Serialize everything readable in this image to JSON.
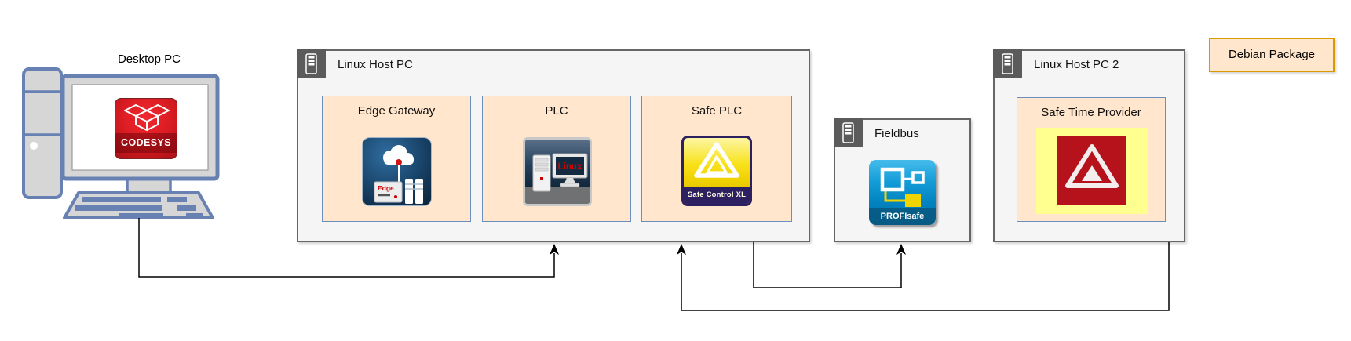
{
  "nodes": {
    "desktop_pc": {
      "label": "Desktop PC",
      "icon": "codesys-logo-icon",
      "icon_text": "CODESYS"
    },
    "linux_host_pc": {
      "label": "Linux Host PC",
      "icon": "server-icon",
      "boxes": [
        {
          "label": "Edge Gateway",
          "icon": "edge-gateway-cloud-icon",
          "icon_text": "Edge"
        },
        {
          "label": "PLC",
          "icon": "linux-plc-icon",
          "icon_text": "Linux"
        },
        {
          "label": "Safe PLC",
          "icon": "safety-warning-triangle-icon",
          "icon_text": "Safe Control XL"
        }
      ]
    },
    "fieldbus": {
      "label": "Fieldbus",
      "icon": "server-icon",
      "profisafe": {
        "icon": "profisafe-network-icon",
        "icon_text": "PROFIsafe"
      }
    },
    "linux_host_pc_2": {
      "label": "Linux Host PC 2",
      "icon": "server-icon",
      "boxes": [
        {
          "label": "Safe Time Provider",
          "icon": "red-warning-triangle-icon"
        }
      ]
    },
    "legend": {
      "label": "Debian Package"
    }
  },
  "connectors": [
    {
      "name": "desktop-pc-to-linux-host-pc",
      "from": "Desktop PC",
      "to": "Linux Host PC"
    },
    {
      "name": "linux-host-pc-2-to-safe-plc",
      "from": "Linux Host PC 2",
      "to": "Linux Host PC (Safe PLC)"
    },
    {
      "name": "linux-host-pc-to-fieldbus",
      "from": "Linux Host PC",
      "to": "Fieldbus"
    }
  ],
  "colors": {
    "node_fill": "#ffe6cc",
    "node_stroke": "#6c8ebf",
    "container_fill": "#f5f5f5",
    "container_stroke": "#666666",
    "legend_stroke": "#d79b00",
    "workstation_stroke": "#6881b3",
    "connector": "#000000",
    "codesys_red": "#d7161d",
    "safe_yellow": "#f2d500",
    "profisafe_blue": "#0080bc"
  }
}
